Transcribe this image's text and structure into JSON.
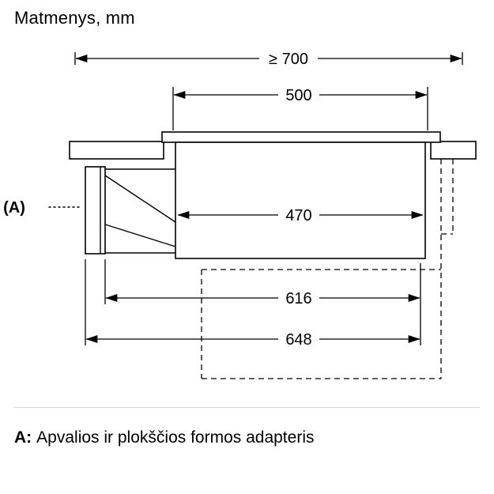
{
  "title": "Matmenys, mm",
  "diagram": {
    "dimensions": {
      "d700": "≥ 700",
      "d500": "500",
      "d470": "470",
      "d616": "616",
      "d648": "648"
    },
    "adapter_label": "(A)"
  },
  "footnote": {
    "label": "A:",
    "text": "Apvalios ir plokščios formos adapteris"
  },
  "colors": {
    "line": "#000000",
    "background": "#ffffff",
    "divider": "#d9d9d9"
  }
}
